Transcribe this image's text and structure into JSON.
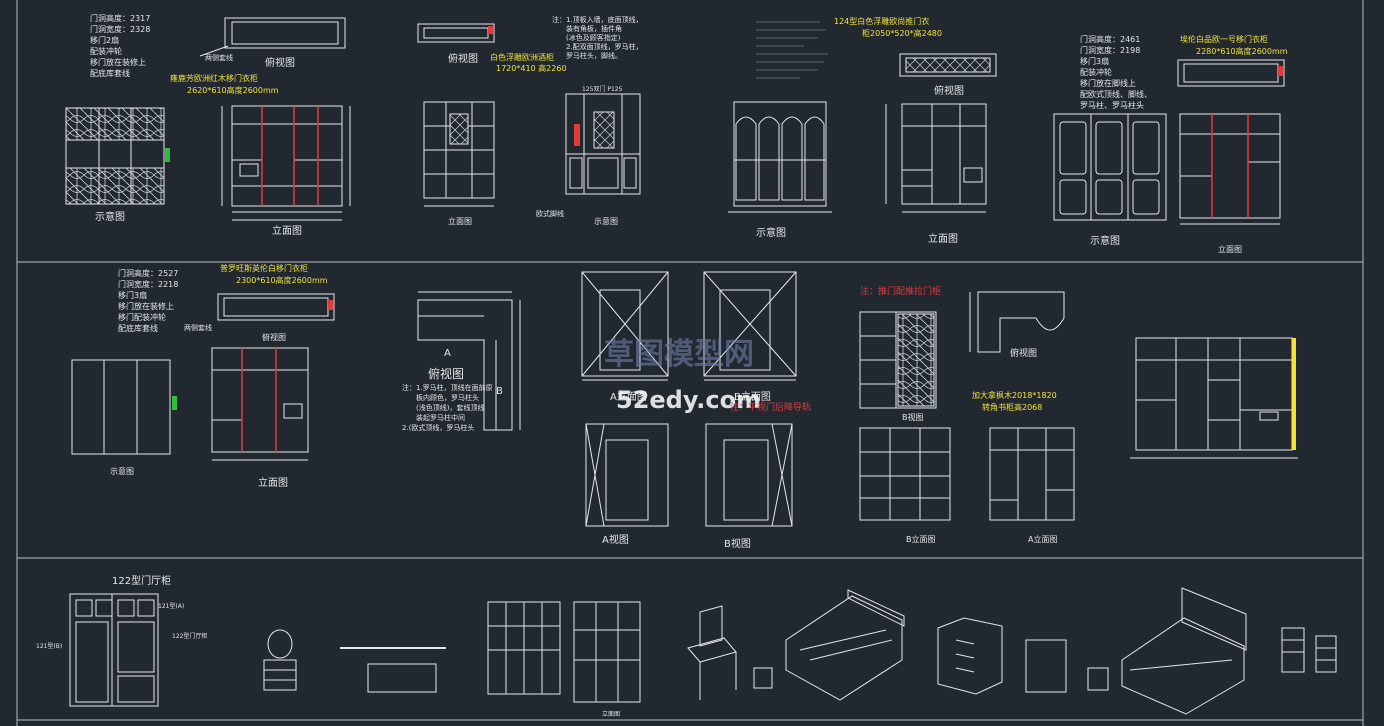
{
  "row1": {
    "a_notes": [
      "门洞高度：2317",
      "门洞宽度：2328",
      "移门2扇",
      "配装冲轮",
      "移门放在装修上",
      "配底库套线"
    ],
    "a_callout": "两侧套线",
    "a_top": "俯视图",
    "a_title": "雍鹿芳欧洲红木移门衣柜",
    "a_dims": "2620*610高度2600mm",
    "a_schem": "示意图",
    "a_elev": "立面图",
    "b_top": "俯视图",
    "b_note_lines": [
      "注：1.顶板入墙，底面顶线，",
      "装有角板，插件角",
      "(冰色及顾客指定)",
      "2.配双面顶线，罗马柱，",
      "罗马柱头，脚线。"
    ],
    "b_title": "白色浮雕欧洲酒柜",
    "b_dims": "1720*410 高2260",
    "b_door": "125双门 P125",
    "b_elev": "立面图",
    "b_schem": "示意图",
    "b_tag": "欧式脚线",
    "c_title": "124型白色浮雕欧尚推门衣",
    "c_dims": "柜2050*520*高2480",
    "c_top": "俯视图",
    "c_schem": "示意图",
    "c_elev": "立面图",
    "d_notes": [
      "门洞高度：2461",
      "门洞宽度：2198",
      "移门3扇",
      "配装冲轮",
      "移门放在脚线上",
      "配欧式顶线、脚线、",
      "罗马柱、罗马柱头"
    ],
    "d_title": "埃伦白品欧一号移门衣柜",
    "d_dims": "2280*610高度2600mm",
    "d_schem": "示意图",
    "d_elev": "立面图"
  },
  "row2": {
    "a_notes": [
      "门洞高度：2527",
      "门洞宽度：2218",
      "移门3扇",
      "移门放在装修上",
      "移门配装冲轮",
      "配底库套线"
    ],
    "a_title": "普罗旺斯英伦白移门衣柜",
    "a_dims": "2300*610高度2600mm",
    "a_callout": "两侧套线",
    "a_top": "俯视图",
    "a_schem": "示意图",
    "a_elev": "立面图",
    "b_top": "俯视图",
    "b_mark_a": "A",
    "b_mark_b": "B",
    "b_notes": [
      "注：1.罗马柱，顶线在面前原",
      "板内顾色，罗马柱头",
      "(浅色顶线)，套线顶线",
      "装起罗马柱中间",
      "2.(欧式顶线，罗马柱头"
    ],
    "c_labels": [
      "A立面图",
      "B立面图",
      "A视图",
      "B视图"
    ],
    "watermark_cn": "草图模型网",
    "watermark_url": "52edy.com",
    "red_hint": "注：平视门后降导轨",
    "d_warning": "注：推门配推拉门柜",
    "d_top": "俯视图",
    "d_b_view": "B视图",
    "d_b_elev": "B立面图",
    "d_a_elev": "A立面图",
    "d_title": "加大拿枫木2018*1820",
    "d_dims": "转角书柜高2068"
  },
  "row3": {
    "title": "122型门厅柜",
    "label_a": "121型(A)",
    "label_b": "121型(B)",
    "label_c": "122型门厅柜",
    "elev": "立面图"
  }
}
